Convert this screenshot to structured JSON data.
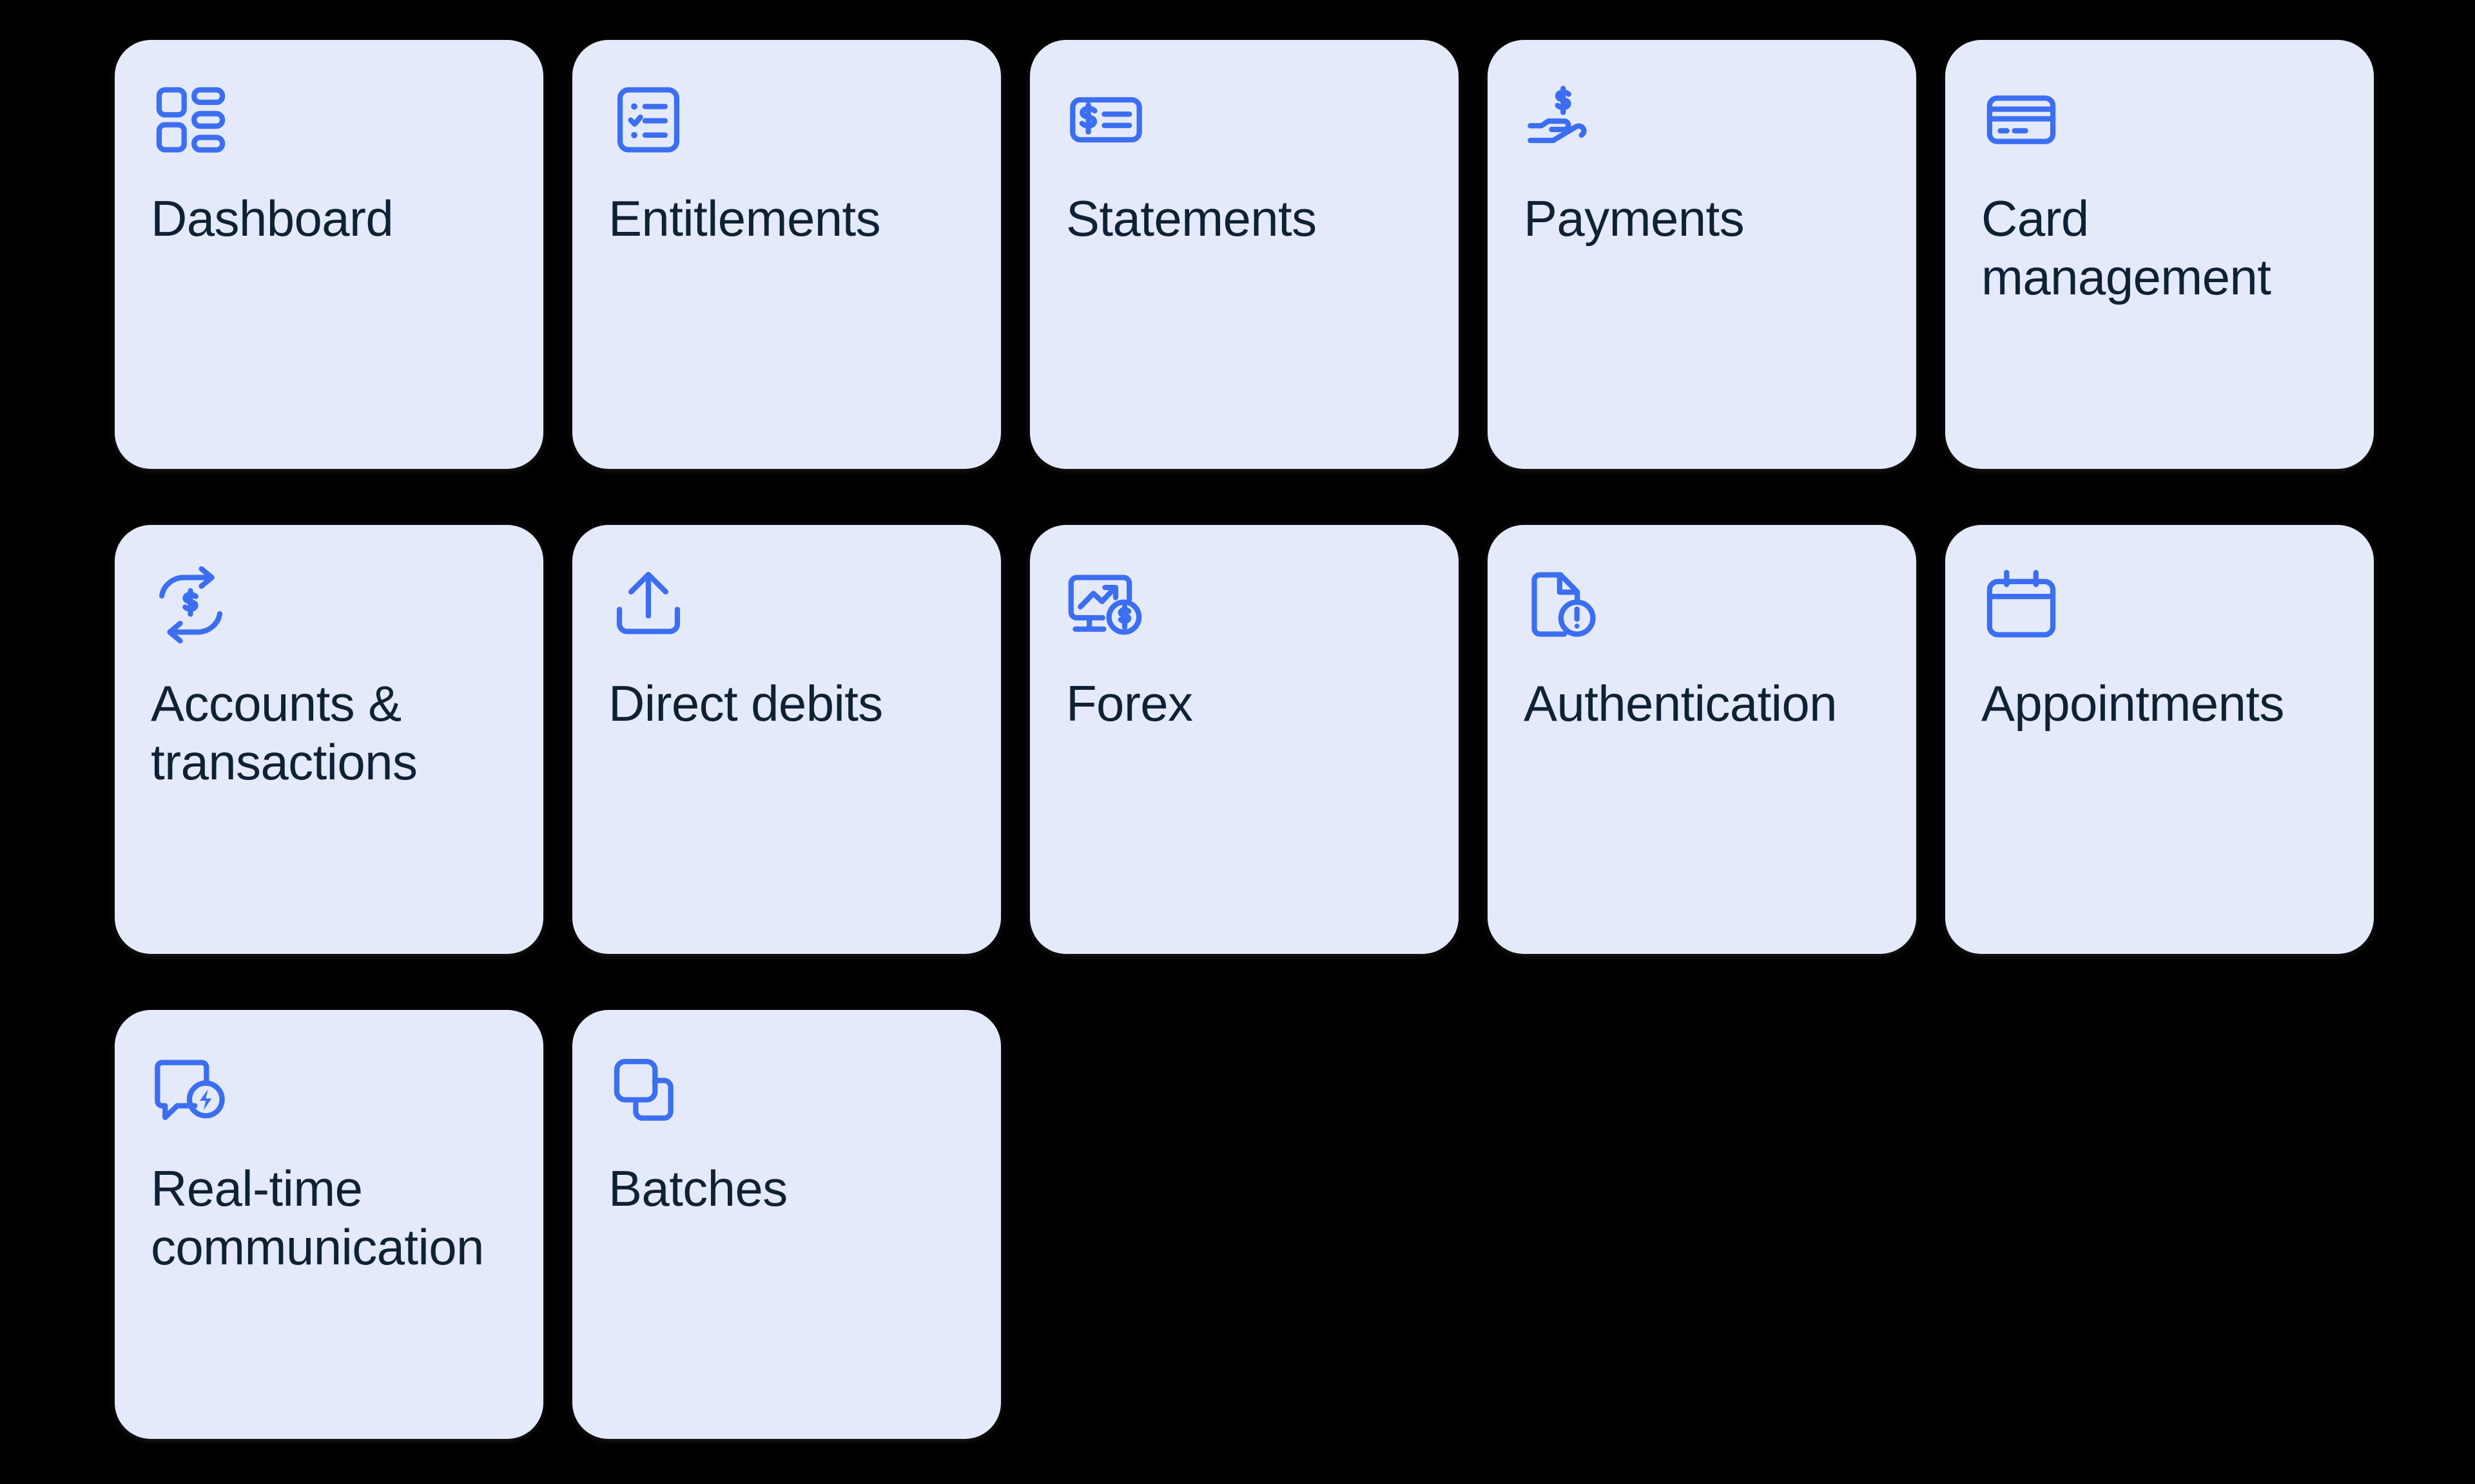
{
  "theme": {
    "page_background": "#000000",
    "card_background": "#e5eafb",
    "icon_color": "#3b6ef0",
    "label_color": "#0f2135"
  },
  "grid": {
    "columns": 5,
    "rows": 3,
    "cards": [
      {
        "id": "dashboard",
        "label": "Dashboard",
        "icon": "dashboard-grid-icon"
      },
      {
        "id": "entitlements",
        "label": "Entitlements",
        "icon": "checklist-clipboard-icon"
      },
      {
        "id": "statements",
        "label": "Statements",
        "icon": "cheque-dollar-icon"
      },
      {
        "id": "payments",
        "label": "Payments",
        "icon": "hand-holding-dollar-icon"
      },
      {
        "id": "card-management",
        "label": "Card management",
        "icon": "credit-card-icon"
      },
      {
        "id": "accounts-transactions",
        "label": "Accounts & transactions",
        "icon": "exchange-dollar-arrows-icon"
      },
      {
        "id": "direct-debits",
        "label": "Direct debits",
        "icon": "upload-tray-icon"
      },
      {
        "id": "forex",
        "label": "Forex",
        "icon": "monitor-chart-dollar-icon"
      },
      {
        "id": "authentication",
        "label": "Authentication",
        "icon": "document-alert-icon"
      },
      {
        "id": "appointments",
        "label": "Appointments",
        "icon": "calendar-icon"
      },
      {
        "id": "real-time-communication",
        "label": "Real-time communication",
        "icon": "chat-bolt-icon"
      },
      {
        "id": "batches",
        "label": "Batches",
        "icon": "stacked-squares-icon"
      }
    ]
  }
}
